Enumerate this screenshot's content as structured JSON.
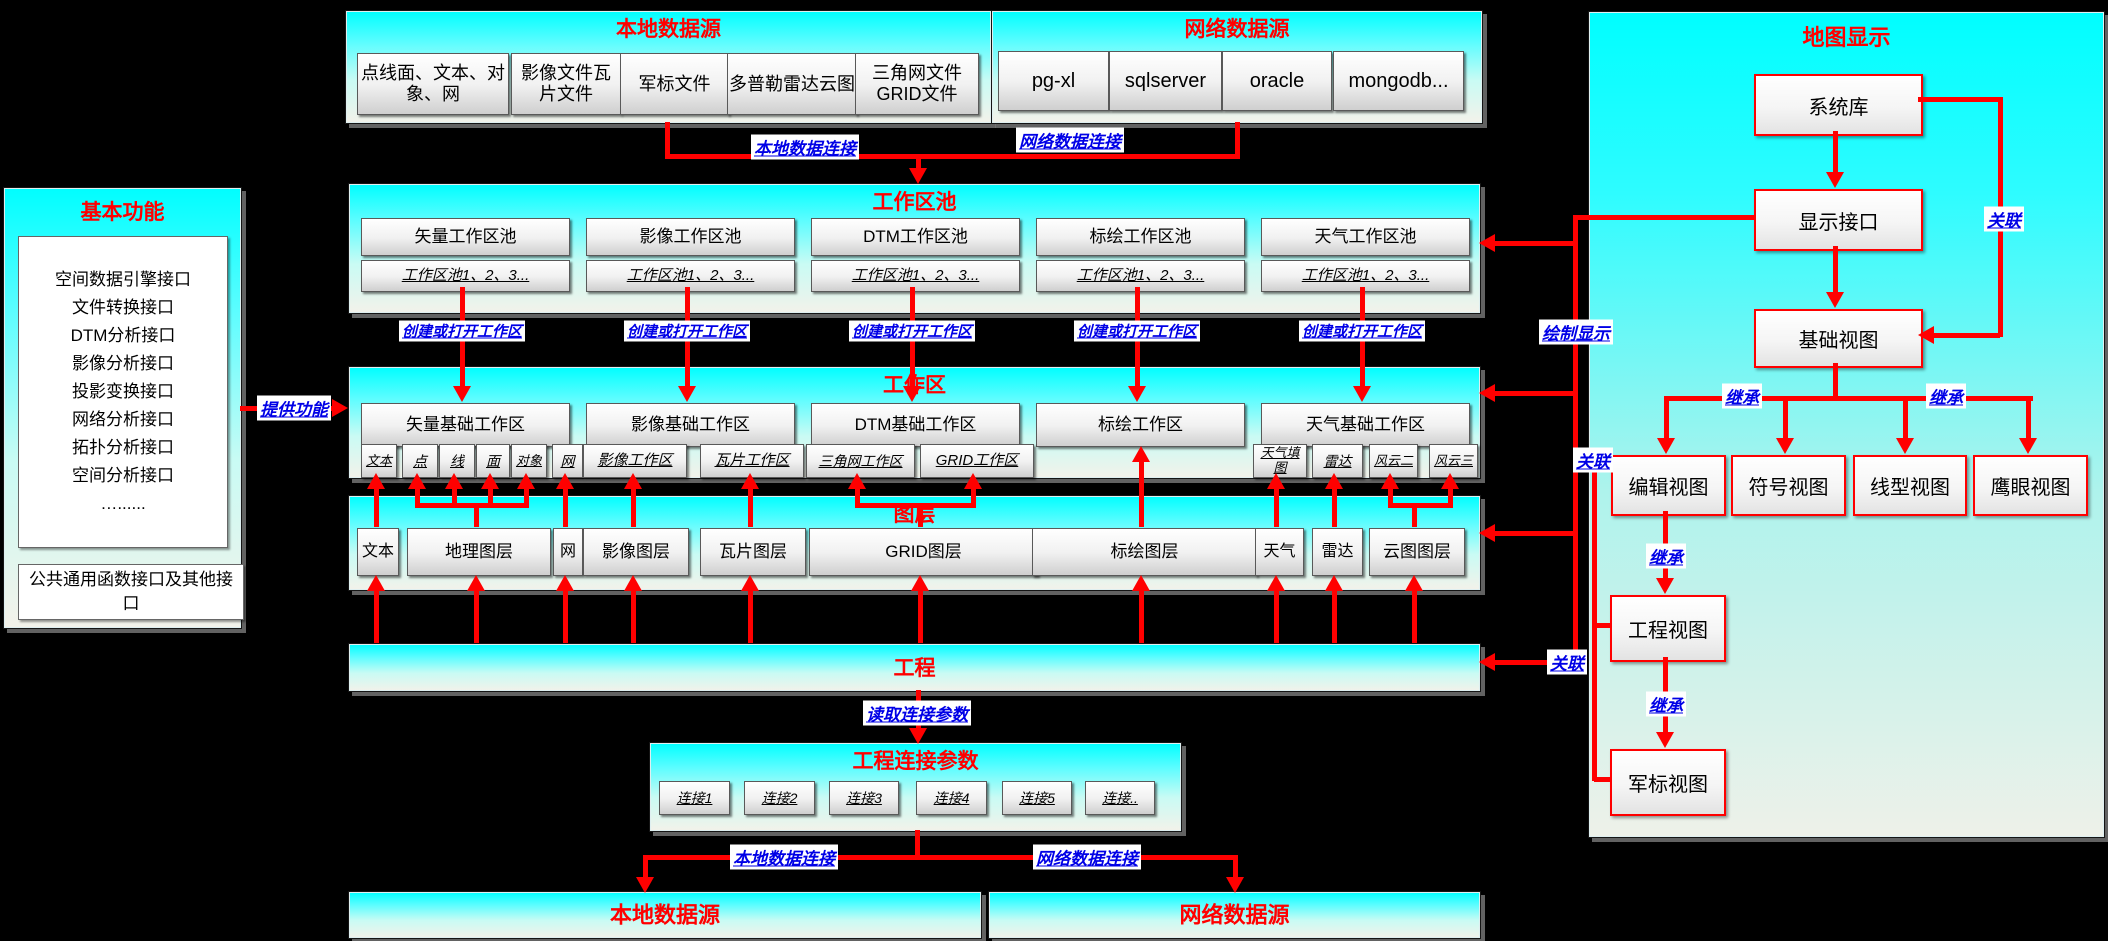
{
  "top_local": {
    "title": "本地数据源",
    "items": [
      "点线面、文本、对象、网",
      "影像文件瓦片文件",
      "军标文件",
      "多普勒雷达云图",
      "三角网文件GRID文件"
    ]
  },
  "top_net": {
    "title": "网络数据源",
    "items": [
      "pg-xl",
      "sqlserver",
      "oracle",
      "mongodb..."
    ]
  },
  "pool": {
    "title": "工作区池",
    "columns": [
      "矢量工作区池",
      "影像工作区池",
      "DTM工作区池",
      "标绘工作区池",
      "天气工作区池"
    ],
    "instances": "工作区池1、2、3..."
  },
  "workspace": {
    "title": "工作区",
    "columns": [
      "矢量基础工作区",
      "影像基础工作区",
      "DTM基础工作区",
      "标绘工作区",
      "天气基础工作区"
    ],
    "subs": [
      "文本",
      "点",
      "线",
      "面",
      "对象",
      "网",
      "影像工作区",
      "瓦片工作区",
      "三角网工作区",
      "GRID工作区",
      "天气填图",
      "雷达",
      "风云二",
      "风云三"
    ]
  },
  "layers": {
    "title": "图层",
    "items": [
      "文本",
      "地理图层",
      "网",
      "影像图层",
      "瓦片图层",
      "GRID图层",
      "标绘图层",
      "天气",
      "雷达",
      "云图图层"
    ]
  },
  "project": {
    "title": "工程"
  },
  "conn_params": {
    "title": "工程连接参数",
    "items": [
      "连接1",
      "连接2",
      "连接3",
      "连接4",
      "连接5",
      "连接.."
    ]
  },
  "bottom_local": {
    "title": "本地数据源"
  },
  "bottom_net": {
    "title": "网络数据源"
  },
  "basic": {
    "title": "基本功能",
    "interfaces": [
      "空间数据引擎接口",
      "文件转换接口",
      "DTM分析接口",
      "影像分析接口",
      "投影变换接口",
      "网络分析接口",
      "拓扑分析接口",
      "空间分析接口",
      "…......"
    ],
    "common": "公共通用函数接口及其他接口"
  },
  "map": {
    "title": "地图显示",
    "nodes": {
      "system_lib": "系统库",
      "display_iface": "显示接口",
      "base_view": "基础视图",
      "edit_view": "编辑视图",
      "symbol_view": "符号视图",
      "line_view": "线型视图",
      "eagle_view": "鹰眼视图",
      "project_view": "工程视图",
      "military_view": "军标视图"
    }
  },
  "labels": {
    "local_conn_top": "本地数据连接",
    "net_conn_top": "网络数据连接",
    "provide": "提供功能",
    "create_open": "创建或打开工作区",
    "draw_display": "绘制显示",
    "assoc": "关联",
    "inherit": "继承",
    "read_params": "读取连接参数",
    "local_conn_bottom": "本地数据连接",
    "net_conn_bottom": "网络数据连接"
  },
  "colors": {
    "accent_red": "#ff0000",
    "label_blue": "#0000e6",
    "panel_cyan": "#00feff"
  }
}
